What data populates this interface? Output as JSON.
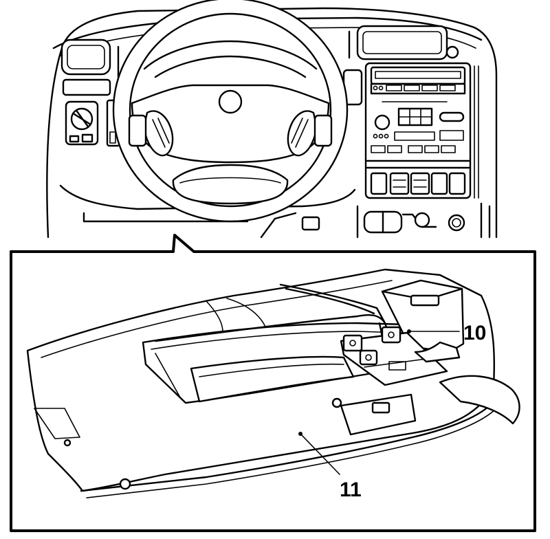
{
  "figure": {
    "callouts": [
      {
        "id": "10",
        "text": "10"
      },
      {
        "id": "11",
        "text": "11"
      }
    ]
  }
}
